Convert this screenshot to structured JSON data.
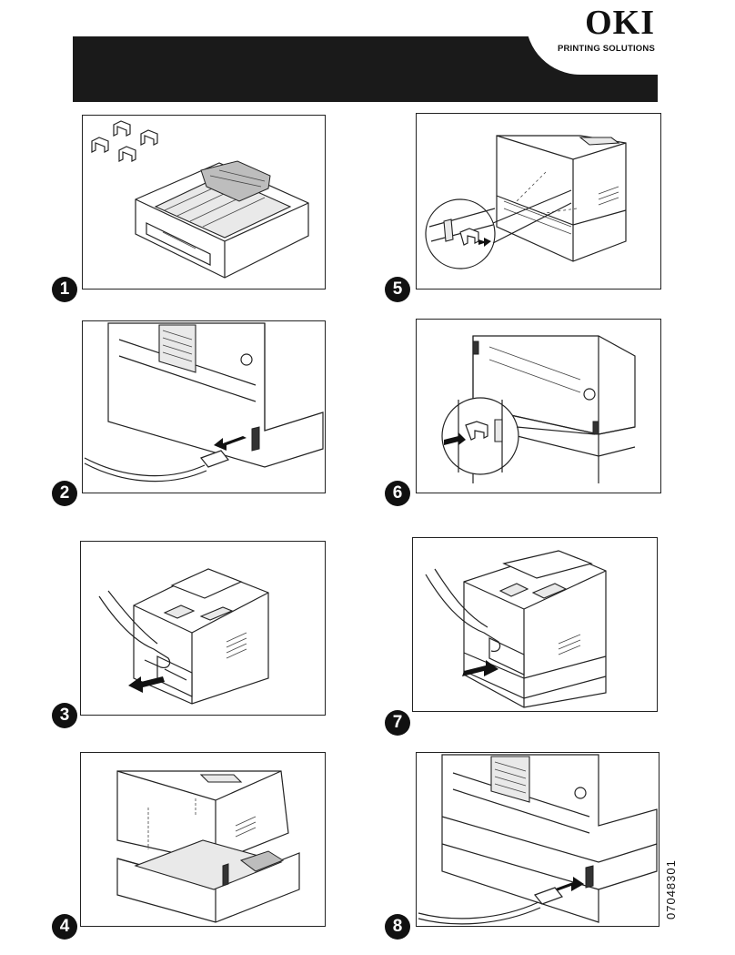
{
  "brand": {
    "logo_text": "OKI",
    "tagline": "PRINTING SOLUTIONS"
  },
  "steps": [
    {
      "number": "1",
      "image": "tray-unit-with-locking-clips"
    },
    {
      "number": "2",
      "image": "unplug-power-cord"
    },
    {
      "number": "3",
      "image": "remove-paper-tray"
    },
    {
      "number": "4",
      "image": "lower-printer-onto-tray-unit"
    },
    {
      "number": "5",
      "image": "insert-left-locking-clip"
    },
    {
      "number": "6",
      "image": "insert-right-locking-clip"
    },
    {
      "number": "7",
      "image": "reinsert-paper-tray"
    },
    {
      "number": "8",
      "image": "reconnect-power-cord"
    }
  ],
  "document_code": "07048301",
  "colors": {
    "banner": "#1a1a1a",
    "line_art": "#222222",
    "step_badge": "#111111"
  }
}
